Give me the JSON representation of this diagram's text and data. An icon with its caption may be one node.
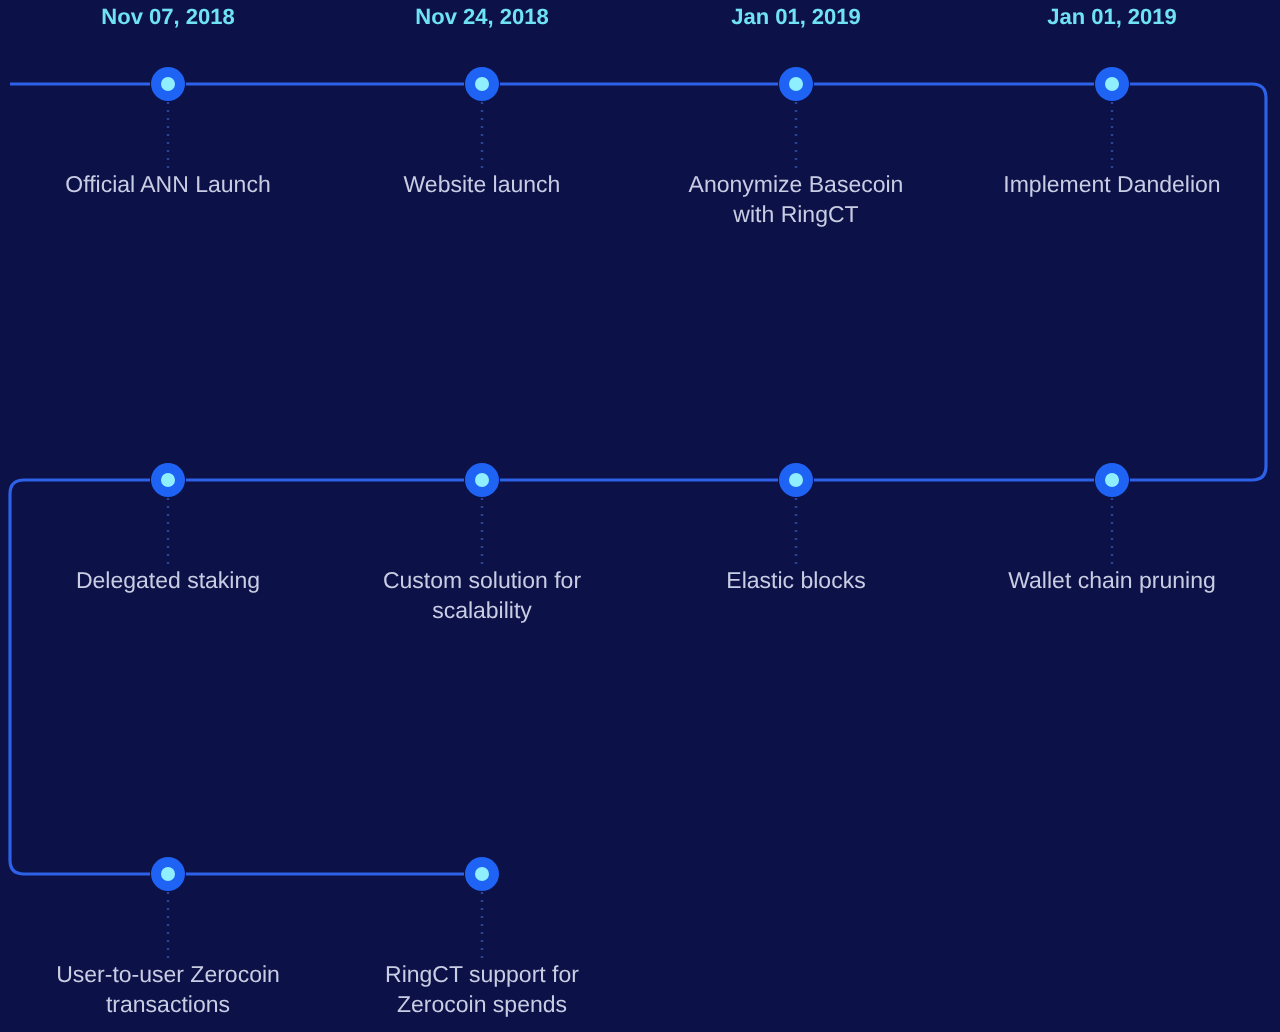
{
  "diagram": {
    "nodes": [
      {
        "text": [],
        "shape": "circle",
        "beside": [
          "Nov 07, 2018"
        ]
      },
      {
        "text": [],
        "shape": "circle",
        "beside": [
          "Nov 24, 2018"
        ]
      },
      {
        "text": [],
        "shape": "circle",
        "beside": [
          "Jan 01, 2019"
        ]
      },
      {
        "text": [],
        "shape": "circle",
        "beside": [
          "Jan 01, 2019"
        ]
      },
      {
        "text": [
          "Official ANN Launch"
        ]
      },
      {
        "text": [
          "Website launch"
        ]
      },
      {
        "text": [
          "Anonymize Basecoin with RingCT"
        ]
      },
      {
        "text": [
          "Implement Dandelion"
        ]
      },
      {
        "text": [],
        "shape": "circle"
      },
      {
        "text": [],
        "shape": "circle"
      },
      {
        "text": [],
        "shape": "circle"
      },
      {
        "text": [],
        "shape": "circle"
      },
      {
        "text": [
          "Delegated staking"
        ]
      },
      {
        "text": [
          "Custom solution for scalability"
        ]
      },
      {
        "text": [
          "Elastic blocks"
        ]
      },
      {
        "text": [
          "Wallet chain pruning"
        ]
      },
      {
        "text": [],
        "shape": "circle"
      },
      {
        "text": [],
        "shape": "circle"
      },
      {
        "text": [
          "User-to-user Zerocoin transactions"
        ]
      },
      {
        "text": [
          "RingCT support for Zerocoin spends"
        ]
      }
    ],
    "edges": [
      {
        "from": null,
        "to": 0,
        "arrow": "none"
      },
      {
        "from": 0,
        "to": 1,
        "arrow": "none"
      },
      {
        "from": 1,
        "to": 2,
        "arrow": "none"
      },
      {
        "from": 2,
        "to": 3,
        "arrow": "none"
      },
      {
        "from": 3,
        "to": 11,
        "arrow": "none"
      },
      {
        "from": 11,
        "to": 10,
        "arrow": "none"
      },
      {
        "from": 10,
        "to": 9,
        "arrow": "none"
      },
      {
        "from": 9,
        "to": 8,
        "arrow": "none"
      },
      {
        "from": 8,
        "to": 16,
        "arrow": "none"
      },
      {
        "from": 16,
        "to": 17,
        "arrow": "none"
      },
      {
        "from": 0,
        "to": 4,
        "arrow": "none",
        "style": "dashed",
        "color": "#2a4596"
      },
      {
        "from": 1,
        "to": 5,
        "arrow": "none",
        "style": "dashed",
        "color": "#2a4596"
      },
      {
        "from": 2,
        "to": 6,
        "arrow": "none",
        "style": "dashed",
        "color": "#2a4596"
      },
      {
        "from": 3,
        "to": 7,
        "arrow": "none",
        "style": "dashed",
        "color": "#2a4596"
      },
      {
        "from": 8,
        "to": 12,
        "arrow": "none",
        "style": "dashed",
        "color": "#2a4596"
      },
      {
        "from": 9,
        "to": 13,
        "arrow": "none",
        "style": "dashed",
        "color": "#2a4596"
      },
      {
        "from": 10,
        "to": 14,
        "arrow": "none",
        "style": "dashed",
        "color": "#2a4596"
      },
      {
        "from": 11,
        "to": 15,
        "arrow": "none",
        "style": "dashed",
        "color": "#2a4596"
      },
      {
        "from": 16,
        "to": 18,
        "arrow": "none",
        "style": "dashed",
        "color": "#2a4596"
      },
      {
        "from": 17,
        "to": 19,
        "arrow": "none",
        "style": "dashed",
        "color": "#2a4596"
      }
    ]
  }
}
